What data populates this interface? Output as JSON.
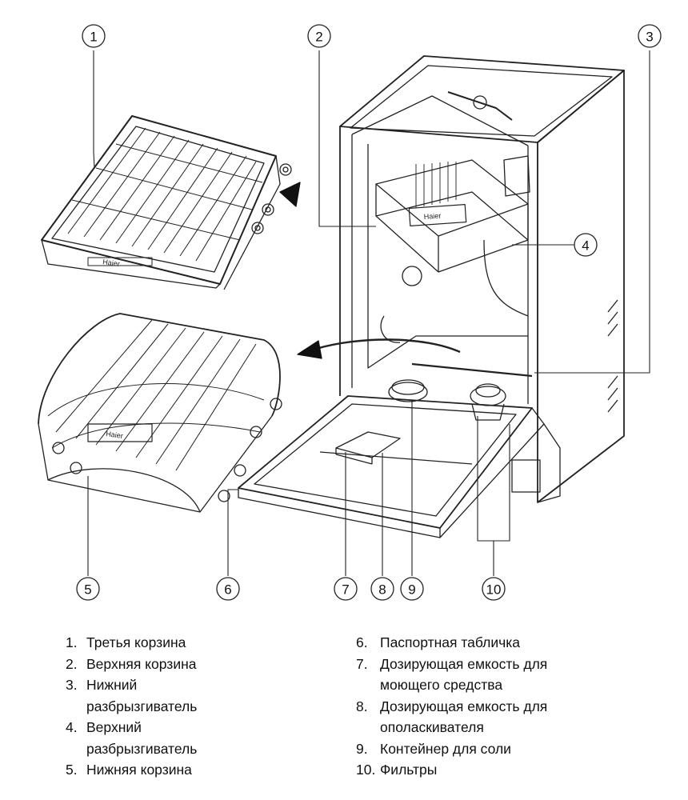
{
  "callouts": [
    "1",
    "2",
    "3",
    "4",
    "5",
    "6",
    "7",
    "8",
    "9",
    "10"
  ],
  "brand_mark": "Haier",
  "legend": {
    "left": [
      {
        "num": "1.",
        "text": "Третья корзина"
      },
      {
        "num": "2.",
        "text": "Верхняя корзина"
      },
      {
        "num": "3.",
        "text": "Нижний разбрызгиватель"
      },
      {
        "num": "4.",
        "text": "Верхний разбрызгиватель"
      },
      {
        "num": "5.",
        "text": "Нижняя корзина"
      }
    ],
    "right": [
      {
        "num": "6.",
        "text": "Паспортная табличка"
      },
      {
        "num": "7.",
        "text": "Дозирующая емкость для моющего средства"
      },
      {
        "num": "8.",
        "text": "Дозирующая емкость для ополаскивателя"
      },
      {
        "num": "9.",
        "text": "Контейнер для соли"
      },
      {
        "num": "10.",
        "text": "Фильтры"
      }
    ]
  }
}
